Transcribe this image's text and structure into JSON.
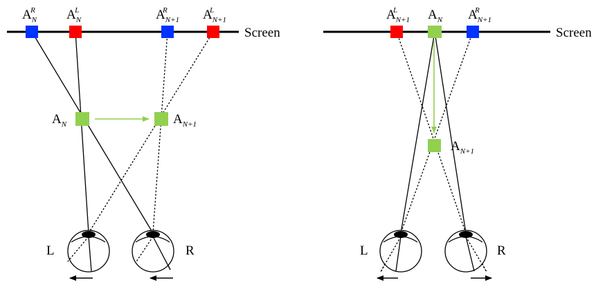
{
  "colors": {
    "blue": "#0033ff",
    "red": "#ff0000",
    "green": "#92d050",
    "black": "#000000",
    "background": "#ffffff"
  },
  "left_panel": {
    "screen_label": "Screen",
    "points": [
      {
        "base": "A",
        "sub": "N",
        "sup": "R",
        "color": "blue"
      },
      {
        "base": "A",
        "sub": "N",
        "sup": "L",
        "color": "red"
      },
      {
        "base": "A",
        "sub": "N+1",
        "sup": "R",
        "color": "blue"
      },
      {
        "base": "A",
        "sub": "N+1",
        "sup": "L",
        "color": "red"
      }
    ],
    "perceived": [
      {
        "base": "A",
        "sub": "N"
      },
      {
        "base": "A",
        "sub": "N+1"
      }
    ],
    "eyes": {
      "left_label": "L",
      "right_label": "R"
    }
  },
  "right_panel": {
    "screen_label": "Screen",
    "points": [
      {
        "base": "A",
        "sub": "N+1",
        "sup": "L",
        "color": "red"
      },
      {
        "base": "A",
        "sub": "N",
        "sup": "",
        "color": "green"
      },
      {
        "base": "A",
        "sub": "N+1",
        "sup": "R",
        "color": "blue"
      }
    ],
    "perceived": [
      {
        "base": "A",
        "sub": "N+1"
      }
    ],
    "eyes": {
      "left_label": "L",
      "right_label": "R"
    }
  }
}
